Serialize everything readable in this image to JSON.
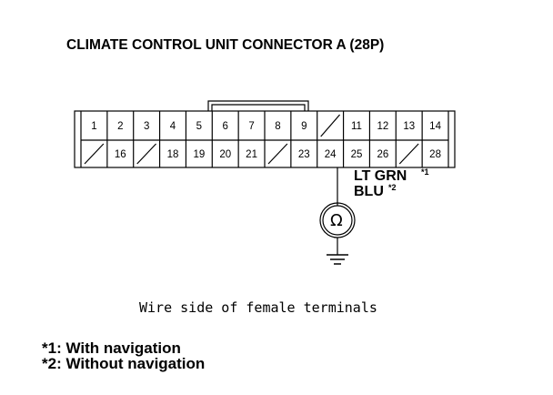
{
  "title": "CLIMATE CONTROL UNIT CONNECTOR A (28P)",
  "connector": {
    "top_row": [
      "1",
      "2",
      "3",
      "4",
      "5",
      "6",
      "7",
      "8",
      "9",
      "",
      "11",
      "12",
      "13",
      "14"
    ],
    "bottom_row": [
      "",
      "16",
      "",
      "18",
      "19",
      "20",
      "21",
      "",
      "23",
      "24",
      "25",
      "26",
      "",
      "28"
    ]
  },
  "probe": {
    "wire_color_primary": "LT GRN",
    "wire_color_primary_note": "*1",
    "wire_color_secondary": "BLU",
    "wire_color_secondary_note": "*2",
    "meter_symbol": "Ω"
  },
  "view_label": "Wire side of female terminals",
  "footnotes": [
    "*1: With navigation",
    "*2: Without navigation"
  ]
}
